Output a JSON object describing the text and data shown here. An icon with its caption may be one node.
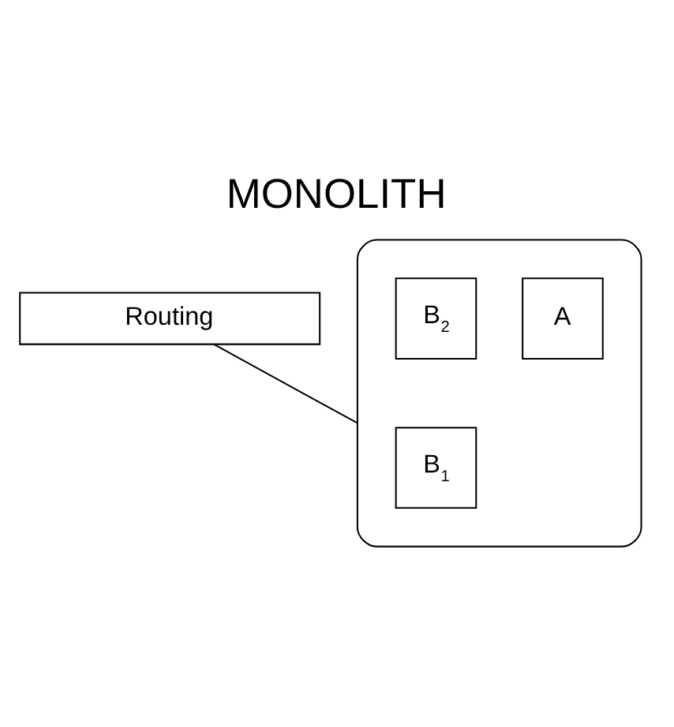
{
  "diagram": {
    "title": "MONOLITH",
    "nodes": [
      {
        "text": [
          "Routing"
        ]
      },
      {
        "text": [],
        "shape": "cylinder"
      },
      {
        "text": [
          "A"
        ],
        "in": 1
      },
      {
        "text": [
          "B$_{1}$"
        ],
        "in": 1
      },
      {
        "text": [
          "B$_{2}$"
        ],
        "in": 1
      }
    ],
    "edges": [
      {
        "from": 0,
        "to": 1,
        "arrow": "none"
      }
    ]
  }
}
